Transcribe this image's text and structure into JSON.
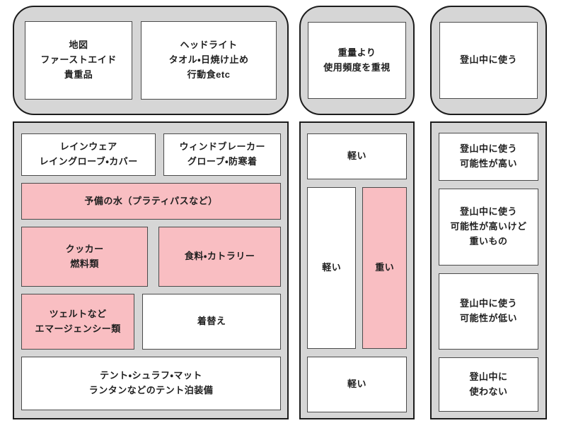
{
  "colors": {
    "pink": "#F9BEC2",
    "container_gray": "#D6D6D6",
    "box_white": "#FFFFFF",
    "border_dark": "#1C1C1C",
    "border_box": "#4A4A4A"
  },
  "gear": {
    "lid": {
      "box1": "地図\nファーストエイド\n貴重品",
      "box2": "ヘッドライト\nタオル・日焼け止め\n行動食etc"
    },
    "main": {
      "rainwear": "レインウェア\nレイングローブ・カバー",
      "windbreaker": "ウィンドブレーカー\nグローブ・防寒着",
      "spare_water": "予備の水（プラティパスなど）",
      "cooker_fuel": "クッカー\n燃料類",
      "food_cutlery": "食料・カトラリー",
      "emergency": "ツェルトなど\nエマージェンシー類",
      "change_clothes": "着替え",
      "tent_gear": "テント・シュラフ・マット\nランタンなどのテント泊装備"
    }
  },
  "weight": {
    "lid": "重量より\n使用頻度を重視",
    "main": {
      "top": "軽い",
      "left": "軽い",
      "right": "重い",
      "bottom": "軽い"
    }
  },
  "usage": {
    "lid": "登山中に使う",
    "main": {
      "high": "登山中に使う\n可能性が高い",
      "high_heavy": "登山中に使う\n可能性が高いけど\n重いもの",
      "low": "登山中に使う\n可能性が低い",
      "not_used": "登山中に\n使わない"
    }
  }
}
